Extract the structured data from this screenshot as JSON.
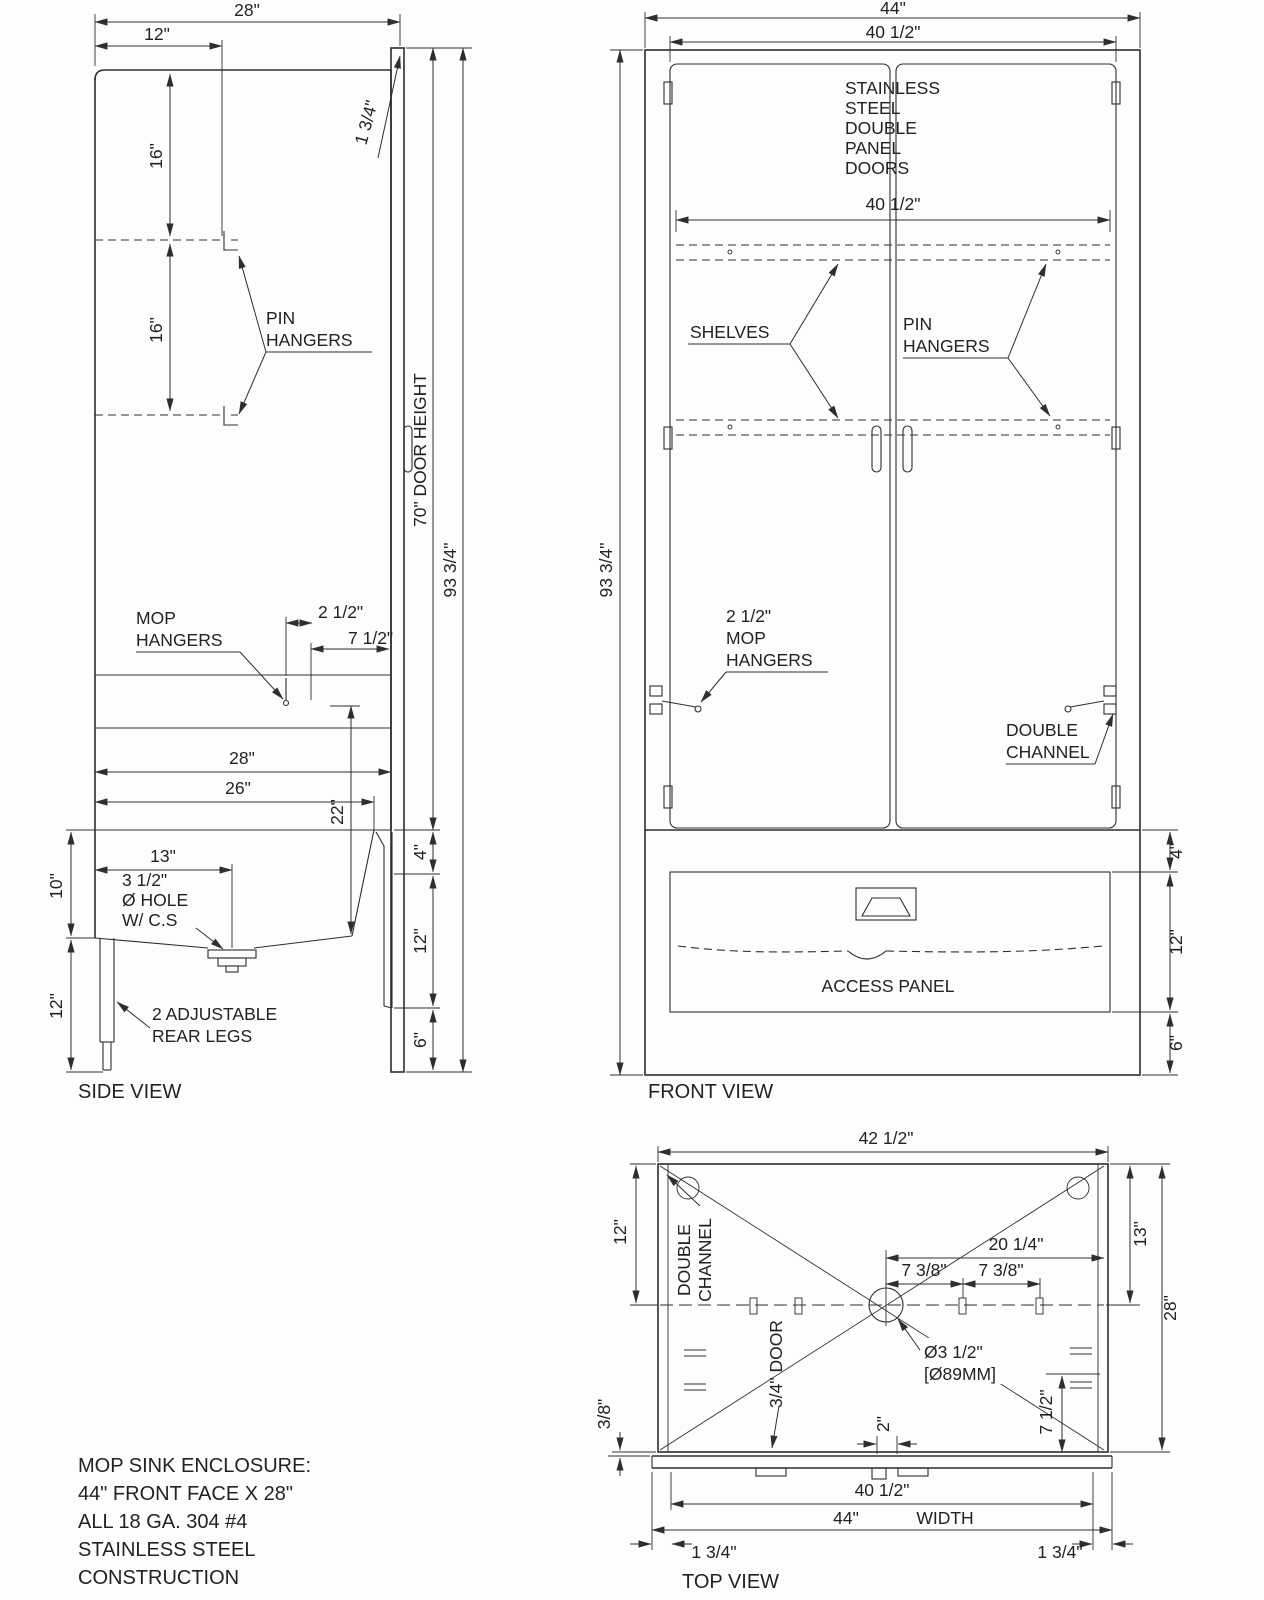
{
  "notes": {
    "lines": [
      "MOP SINK ENCLOSURE:",
      "44\" FRONT FACE X 28\"",
      "ALL 18 GA. 304 #4",
      "STAINLESS STEEL",
      "CONSTRUCTION"
    ]
  },
  "side_view": {
    "title": "SIDE VIEW",
    "dims": {
      "w28": "28\"",
      "w12": "12\"",
      "offset134": "1 3/4\"",
      "shelf16a": "16\"",
      "shelf16b": "16\"",
      "door_height": "70\" DOOR HEIGHT",
      "total_height": "93 3/4\"",
      "hook25": "2 1/2\"",
      "hook75": "7 1/2\"",
      "depth28": "28\"",
      "depth26": "26\"",
      "sink22": "22\"",
      "drain13": "13\"",
      "sink10": "10\"",
      "leg12": "12\"",
      "front4": "4\"",
      "front12": "12\"",
      "front6": "6\""
    },
    "labels": {
      "pin_hangers": [
        "PIN",
        "HANGERS"
      ],
      "mop_hangers": [
        "MOP",
        "HANGERS"
      ],
      "drain_hole": [
        "3 1/2\"",
        "Ø HOLE",
        "W/ C.S"
      ],
      "rear_legs": [
        "2 ADJUSTABLE",
        "REAR LEGS"
      ]
    }
  },
  "front_view": {
    "title": "FRONT VIEW",
    "dims": {
      "w44": "44\"",
      "w405_top": "40 1/2\"",
      "w405_mid": "40 1/2\"",
      "total_height": "93 3/4\"",
      "front4": "4\"",
      "front12": "12\"",
      "front6": "6\""
    },
    "labels": {
      "doors": [
        "STAINLESS",
        "STEEL",
        "DOUBLE",
        "PANEL",
        "DOORS"
      ],
      "shelves": "SHELVES",
      "pin_hangers": [
        "PIN",
        "HANGERS"
      ],
      "mop_hangers": [
        "2 1/2\"",
        "MOP",
        "HANGERS"
      ],
      "double_channel": [
        "DOUBLE",
        "CHANNEL"
      ],
      "access_panel": "ACCESS PANEL"
    }
  },
  "top_view": {
    "title": "TOP VIEW",
    "dims": {
      "w425": "42 1/2\"",
      "back12": "12\"",
      "back13": "13\"",
      "depth28": "28\"",
      "half2014": "20 1/4\"",
      "pin738a": "7 3/8\"",
      "pin738b": "7 3/8\"",
      "door34": "3/4\" DOOR",
      "gap2": "2\"",
      "front712": "7 1/2\"",
      "gap38": "3/8\"",
      "w405": "40 1/2\"",
      "w44": "44\"",
      "width_word": "WIDTH",
      "corner134l": "1 3/4\"",
      "corner134r": "1 3/4\""
    },
    "labels": {
      "double_channel": [
        "DOUBLE",
        "CHANNEL"
      ],
      "hole": [
        "Ø3 1/2\"",
        "[Ø89MM]"
      ]
    }
  }
}
